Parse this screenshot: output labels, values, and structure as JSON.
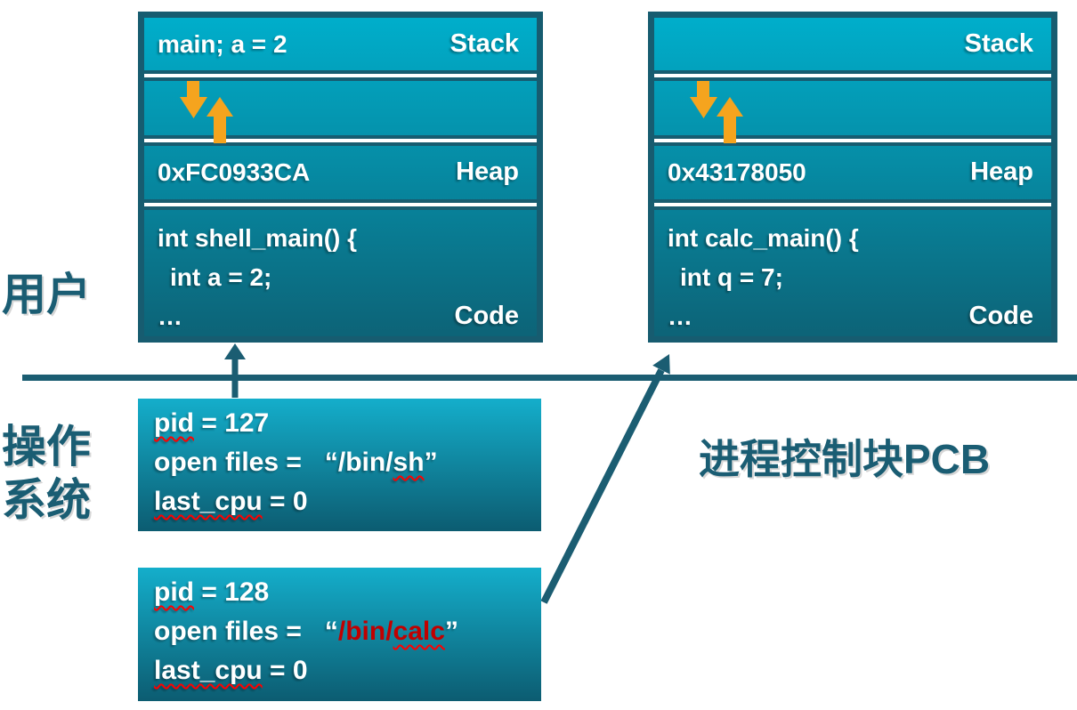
{
  "labels": {
    "user": "用户",
    "os_line1": "操作",
    "os_line2": "系统",
    "pcb_caption": "进程控制块PCB"
  },
  "colors": {
    "teal_border": "#175C70",
    "teal_line": "#1B5D72",
    "gradient_top": "#00AECB",
    "gradient_bottom": "#0D6377",
    "pcb_gradient_top": "#14AECB",
    "pcb_gradient_bottom": "#0C5C71",
    "orange_arrow": "#F5A41E",
    "red_path_text": "#C00000",
    "squiggle_red": "#FF0000",
    "text_white": "#FFFFFF",
    "label_teal": "#1A5D73"
  },
  "process_left": {
    "stack_value": "main; a = 2",
    "stack_label": "Stack",
    "heap_value": "0xFC0933CA",
    "heap_label": "Heap",
    "code_line1": "int shell_main() {",
    "code_line2": "int a = 2;",
    "code_line3": "…",
    "code_label": "Code"
  },
  "process_right": {
    "stack_value": "",
    "stack_label": "Stack",
    "heap_value": "0x43178050",
    "heap_label": "Heap",
    "code_line1": "int calc_main() {",
    "code_line2": "int q = 7;",
    "code_line3": "…",
    "code_label": "Code"
  },
  "pcb1": {
    "pid_word": "pid",
    "pid_rest": " = 127",
    "files_label": "open files =",
    "quote_open": "“",
    "path_prefix": "/bin/",
    "path_word": "sh",
    "quote_close": "”",
    "cpu_word": "last_cpu",
    "cpu_rest": " = 0"
  },
  "pcb2": {
    "pid_word": "pid",
    "pid_rest": " = 128",
    "files_label": "open files =",
    "quote_open": "“",
    "path_prefix": "/bin/",
    "path_word": "calc",
    "quote_close": "”",
    "cpu_word": "last_cpu",
    "cpu_rest": " = 0"
  }
}
